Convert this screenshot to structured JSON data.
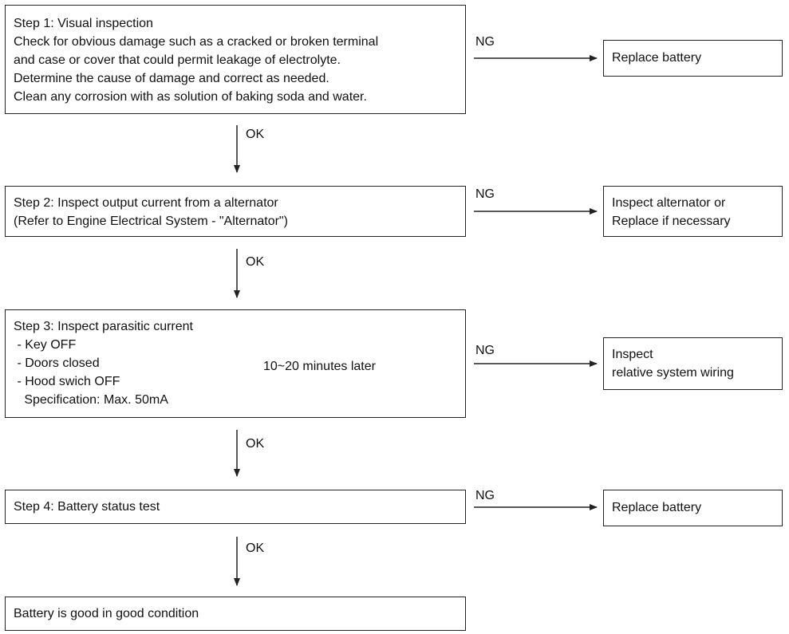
{
  "steps": {
    "step1": {
      "lines": [
        "Step 1: Visual inspection",
        "Check for obvious damage such as a cracked or broken terminal",
        "and case or cover that could permit leakage of electrolyte.",
        "Determine the cause of damage and correct as needed.",
        "Clean any corrosion with as solution of baking soda and water."
      ]
    },
    "step2": {
      "lines": [
        "Step 2: Inspect output current from a alternator",
        "(Refer to Engine Electrical System - \"Alternator\")"
      ]
    },
    "step3": {
      "lines": [
        "Step 3: Inspect parasitic current",
        " - Key OFF",
        " - Doors closed",
        " - Hood swich OFF",
        "   Specification: Max. 50mA"
      ],
      "bracket_note": "10~20 minutes later"
    },
    "step4": {
      "lines": [
        "Step 4: Battery status test"
      ]
    },
    "final": {
      "lines": [
        "Battery is good in good condition"
      ]
    }
  },
  "actions": {
    "action1": {
      "lines": [
        "Replace battery"
      ]
    },
    "action2": {
      "lines": [
        "Inspect alternator or",
        "Replace if necessary"
      ]
    },
    "action3": {
      "lines": [
        "Inspect",
        "relative system wiring"
      ]
    },
    "action4": {
      "lines": [
        "Replace battery"
      ]
    }
  },
  "labels": {
    "ok": "OK",
    "ng": "NG"
  }
}
